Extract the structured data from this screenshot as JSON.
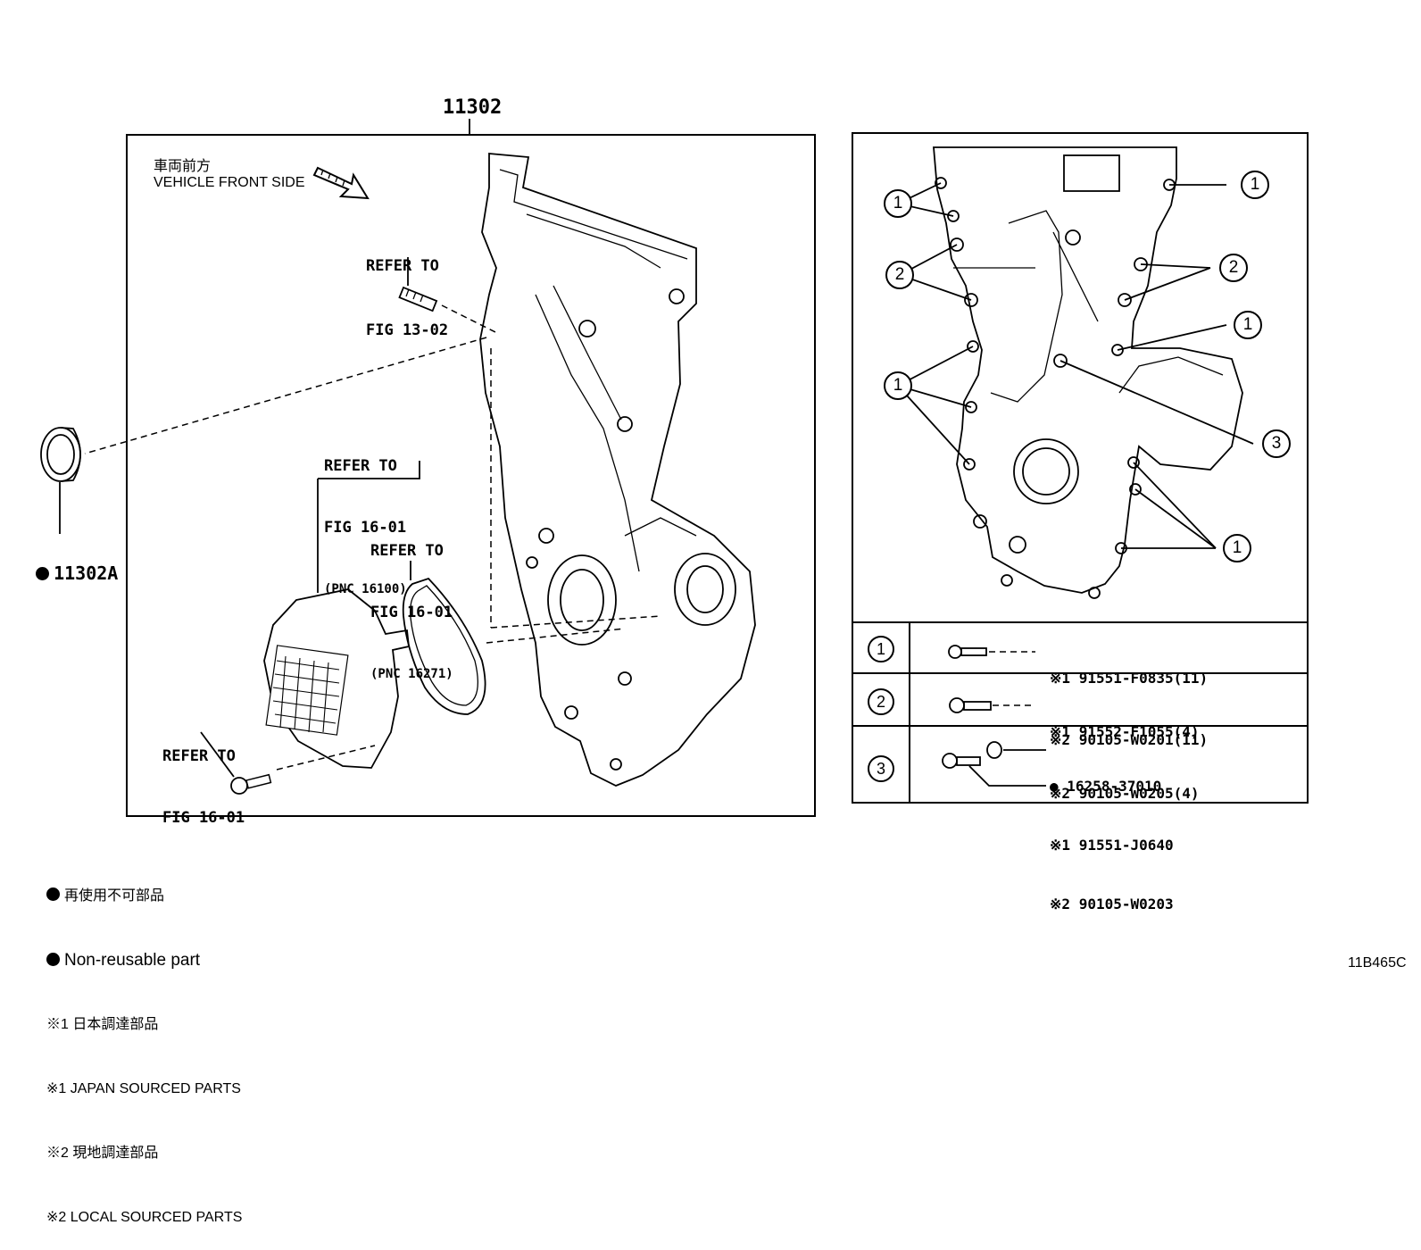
{
  "diagram": {
    "assembly_number": "11302",
    "front_label_jp": "車両前方",
    "front_label_en": "VEHICLE FRONT SIDE",
    "refer_fig_13_02": {
      "line1": "REFER TO",
      "line2": "FIG 13-02"
    },
    "refer_fig_16_01_a": {
      "line1": "REFER TO",
      "line2": "FIG 16-01",
      "line3": "(PNC 16100)"
    },
    "refer_fig_16_01_b": {
      "line1": "REFER TO",
      "line2": "FIG 16-01",
      "line3": "(PNC 16271)"
    },
    "refer_fig_16_01_c": {
      "line1": "REFER TO",
      "line2": "FIG 16-01"
    },
    "seal_part": "11302A",
    "callouts_right": [
      "1",
      "1",
      "2",
      "2",
      "1",
      "1",
      "3",
      "1"
    ]
  },
  "bolt_table": {
    "rows": [
      {
        "key": "1",
        "lines": [
          {
            "mark": "※1",
            "part": "91551-F0835(11)"
          },
          {
            "mark": "※2",
            "part": "90105-W0201(11)"
          }
        ]
      },
      {
        "key": "2",
        "lines": [
          {
            "mark": "※1",
            "part": "91552-F1055(4)"
          },
          {
            "mark": "※2",
            "part": "90105-W0205(4)"
          }
        ]
      },
      {
        "key": "3",
        "lines": [
          {
            "mark": "●",
            "part": "16258-37010"
          },
          {
            "mark": "※1",
            "part": "91551-J0640"
          },
          {
            "mark": "※2",
            "part": "90105-W0203"
          }
        ]
      }
    ]
  },
  "legend": {
    "nonreusable_jp": "再使用不可部品",
    "nonreusable_en": "Non-reusable part",
    "japan_jp": "※1 日本調達部品",
    "japan_en": "※1 JAPAN SOURCED PARTS",
    "local_jp": "※2 現地調達部品",
    "local_en": "※2 LOCAL SOURCED PARTS"
  },
  "figure_code": "11B465C"
}
